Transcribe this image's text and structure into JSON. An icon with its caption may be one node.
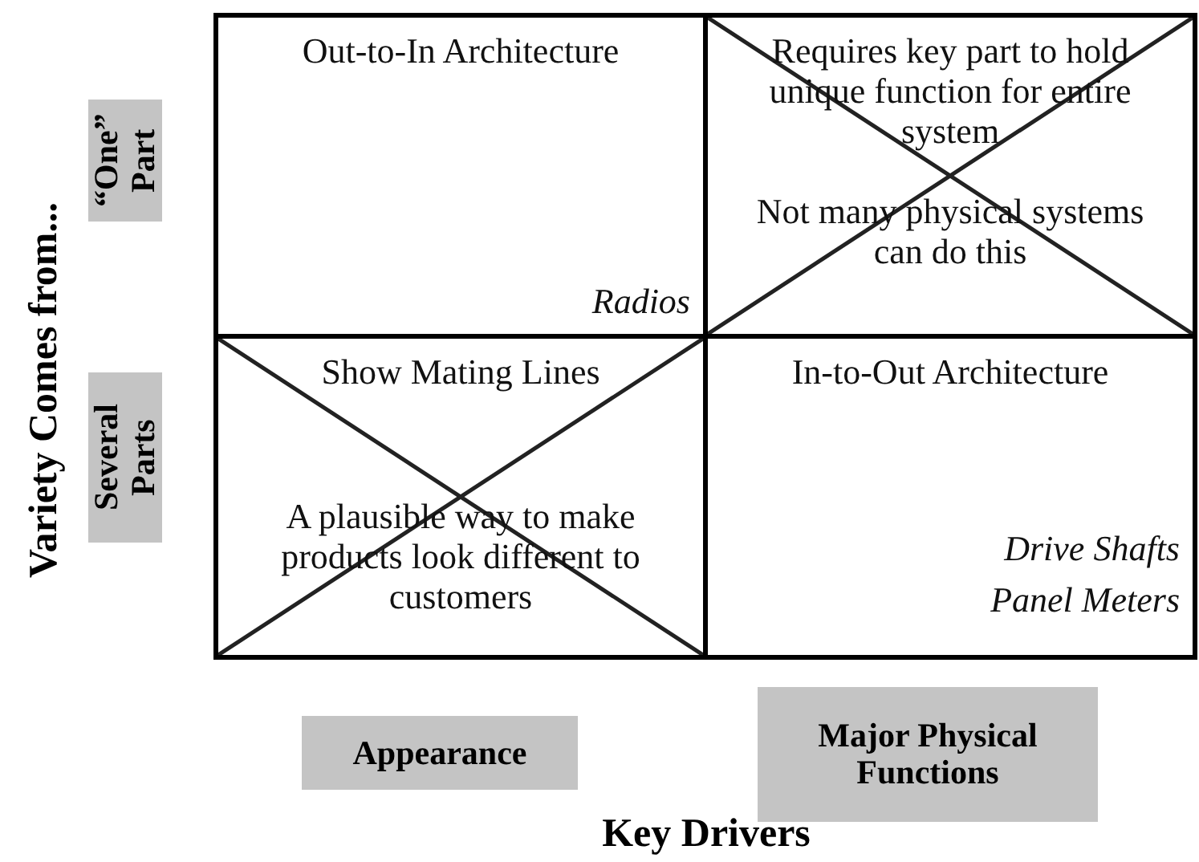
{
  "diagram": {
    "nodes": [
      {
        "text": [
          "Out-to-In Architecture",
          "Radios"
        ]
      },
      {
        "text": [
          "Requires key part to hold unique function for entire system",
          "Not many physical systems can do this"
        ]
      },
      {
        "text": [
          "Show Mating Lines",
          "A plausible way to make products look different to customers"
        ]
      },
      {
        "text": [
          "In-to-Out Architecture",
          "Drive Shafts",
          "Panel Meters"
        ]
      },
      {
        "text": [
          "“One” Part"
        ]
      },
      {
        "text": [
          "Several Parts"
        ]
      },
      {
        "text": [
          "Appearance"
        ]
      },
      {
        "text": [
          "Major Physical Functions"
        ]
      }
    ],
    "labels": [
      "Variety Comes from...",
      "Key Drivers"
    ]
  }
}
